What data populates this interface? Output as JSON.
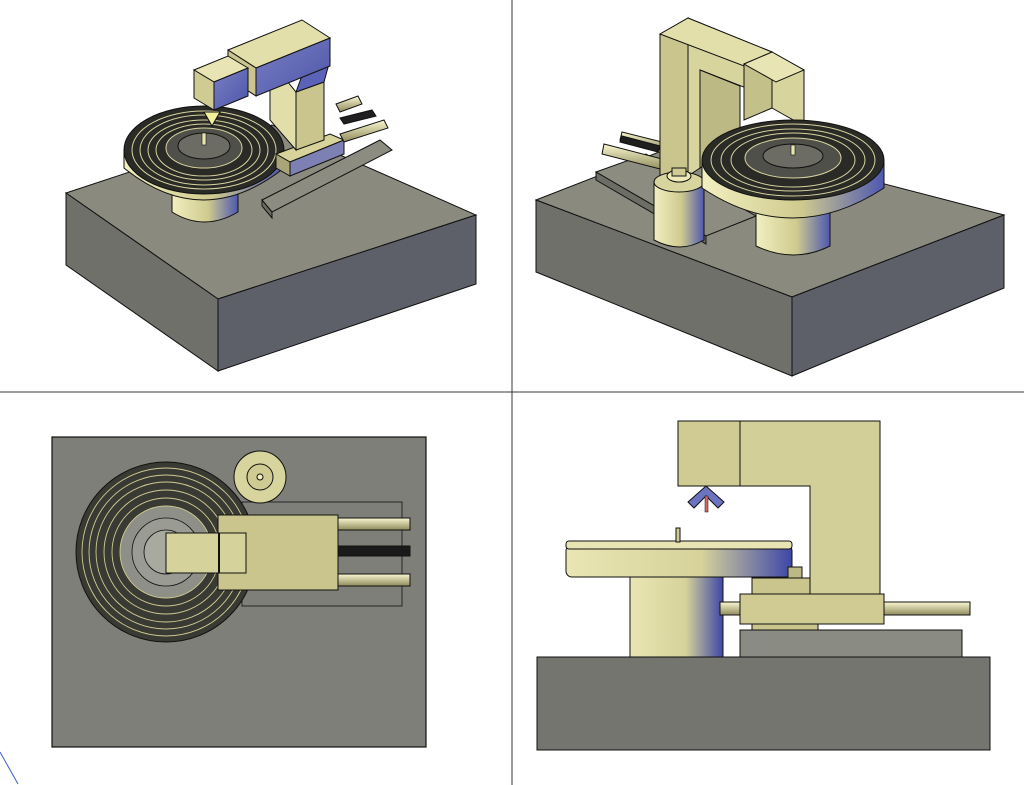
{
  "app": {
    "window_kind": "CAD four-viewport layout",
    "background_color": "#ffffff",
    "divider_color": "#3a3a3a"
  },
  "viewports": [
    {
      "id": "iso-front-left",
      "view": "isometric",
      "description_name": "viewport-top-left"
    },
    {
      "id": "iso-front-right",
      "view": "isometric",
      "description_name": "viewport-top-right"
    },
    {
      "id": "top-plan",
      "view": "top",
      "description_name": "viewport-bottom-left"
    },
    {
      "id": "front-elevation",
      "view": "front",
      "description_name": "viewport-bottom-right"
    }
  ],
  "colors": {
    "base_top": "#8a8b7e",
    "base_left": "#6f706a",
    "base_right": "#5e6069",
    "yellow_light": "#eeeab0",
    "yellow_mid": "#cfca8e",
    "yellow_dark": "#9e9a6c",
    "blue_shade": "#5a63b8",
    "disc_ring": "#1a1a1a",
    "outline": "#111111"
  }
}
